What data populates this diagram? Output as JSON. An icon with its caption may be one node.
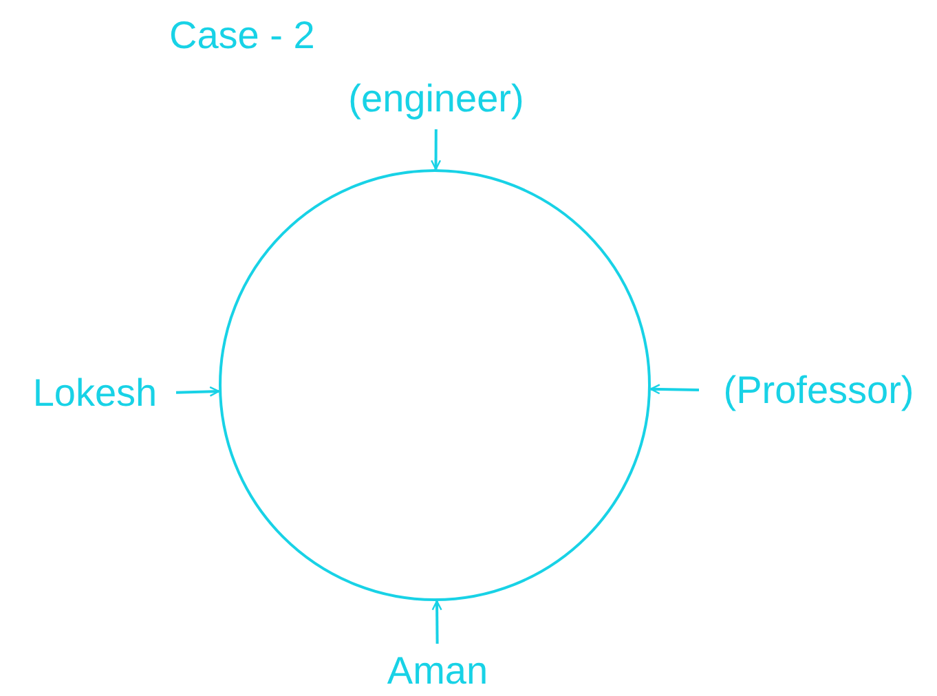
{
  "diagram": {
    "title": "Case - 2",
    "nodes": [
      {
        "text": [],
        "shape": "circle"
      },
      {
        "text": [
          "(engineer)"
        ]
      },
      {
        "text": [
          "Lokesh"
        ]
      },
      {
        "text": [
          "(Professor)"
        ]
      },
      {
        "text": [
          "Aman"
        ]
      }
    ],
    "edges": [
      {
        "from": 1,
        "to": 0,
        "arrow": "to"
      },
      {
        "from": 2,
        "to": 0,
        "arrow": "to"
      },
      {
        "from": 3,
        "to": 0,
        "arrow": "to"
      },
      {
        "from": 4,
        "to": 0,
        "arrow": "to"
      }
    ]
  }
}
